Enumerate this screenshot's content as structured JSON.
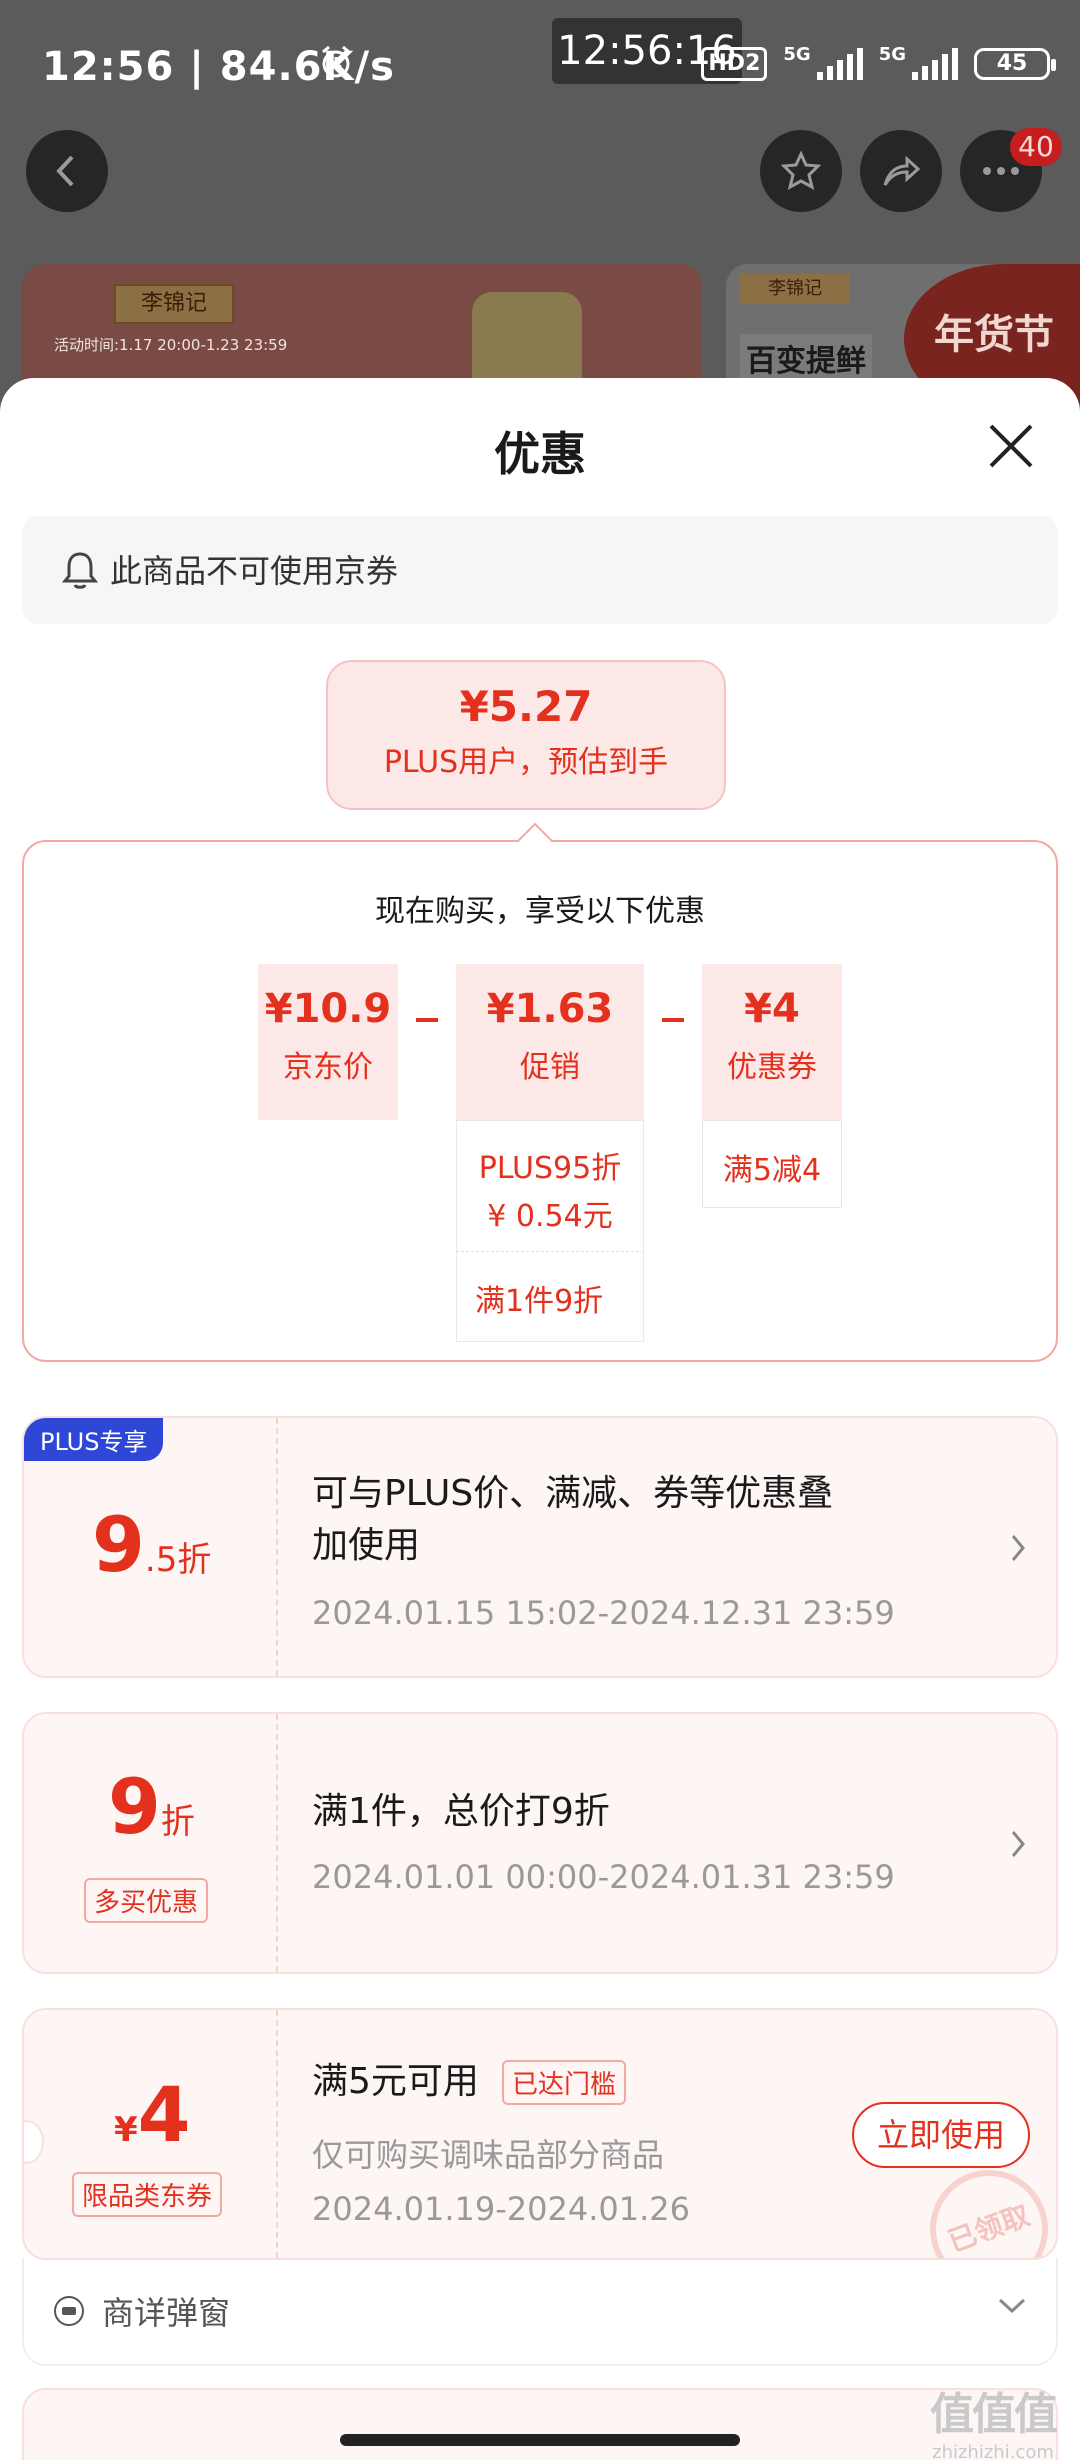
{
  "status_bar": {
    "time_speed": "12:56 | 84.6K/s",
    "time_overlay": "12:56:16",
    "hd_label": "HD2",
    "sig1_label": "5G",
    "sig2_label": "5G",
    "battery": "45"
  },
  "nav": {
    "notification_count": "40"
  },
  "banner": {
    "brand": "李锦记",
    "activity_time": "活动时间:1.17 20:00-1.23 23:59",
    "brand2": "李锦记",
    "right_text": "百变提鲜",
    "festival": "年货节"
  },
  "sheet": {
    "title": "优惠",
    "notice": "此商品不可使用京券",
    "estimate": {
      "price": "¥5.27",
      "label": "PLUS用户，预估到手"
    },
    "breakdown": {
      "heading": "现在购买，享受以下优惠",
      "items": [
        {
          "value": "¥10.9",
          "label": "京东价"
        },
        {
          "value": "¥1.63",
          "label": "促销"
        },
        {
          "value": "¥4",
          "label": "优惠券"
        }
      ],
      "promo_details": [
        "PLUS95折",
        "¥ 0.54元",
        "满1件9折"
      ],
      "coupon_details": [
        "满5减4"
      ]
    },
    "cards": [
      {
        "tag": "PLUS专享",
        "disc_big": "9",
        "disc_small": ".5折",
        "title_line1": "可与PLUS价、满减、券等优惠叠",
        "title_line2": "加使用",
        "period": "2024.01.15 15:02-2024.12.31 23:59"
      },
      {
        "disc_big": "9",
        "disc_small": "折",
        "badge": "多买优惠",
        "title": "满1件，总价打9折",
        "period": "2024.01.01 00:00-2024.01.31 23:59"
      },
      {
        "currency": "¥",
        "disc_big": "4",
        "badge": "限品类东券",
        "title": "满5元可用",
        "threshold_tag": "已达门槛",
        "scope": "仅可购买调味品部分商品",
        "period": "2024.01.19-2024.01.26",
        "action": "立即使用",
        "stamp": "已领取"
      }
    ],
    "popup_row_label": "商详弹窗"
  },
  "watermark": {
    "line1": "值值值",
    "line2": "zhizhizhi.com"
  },
  "colors": {
    "accent": "#e3311e",
    "plus_blue": "#2e47d6",
    "pink_bg": "#fde8e8"
  }
}
